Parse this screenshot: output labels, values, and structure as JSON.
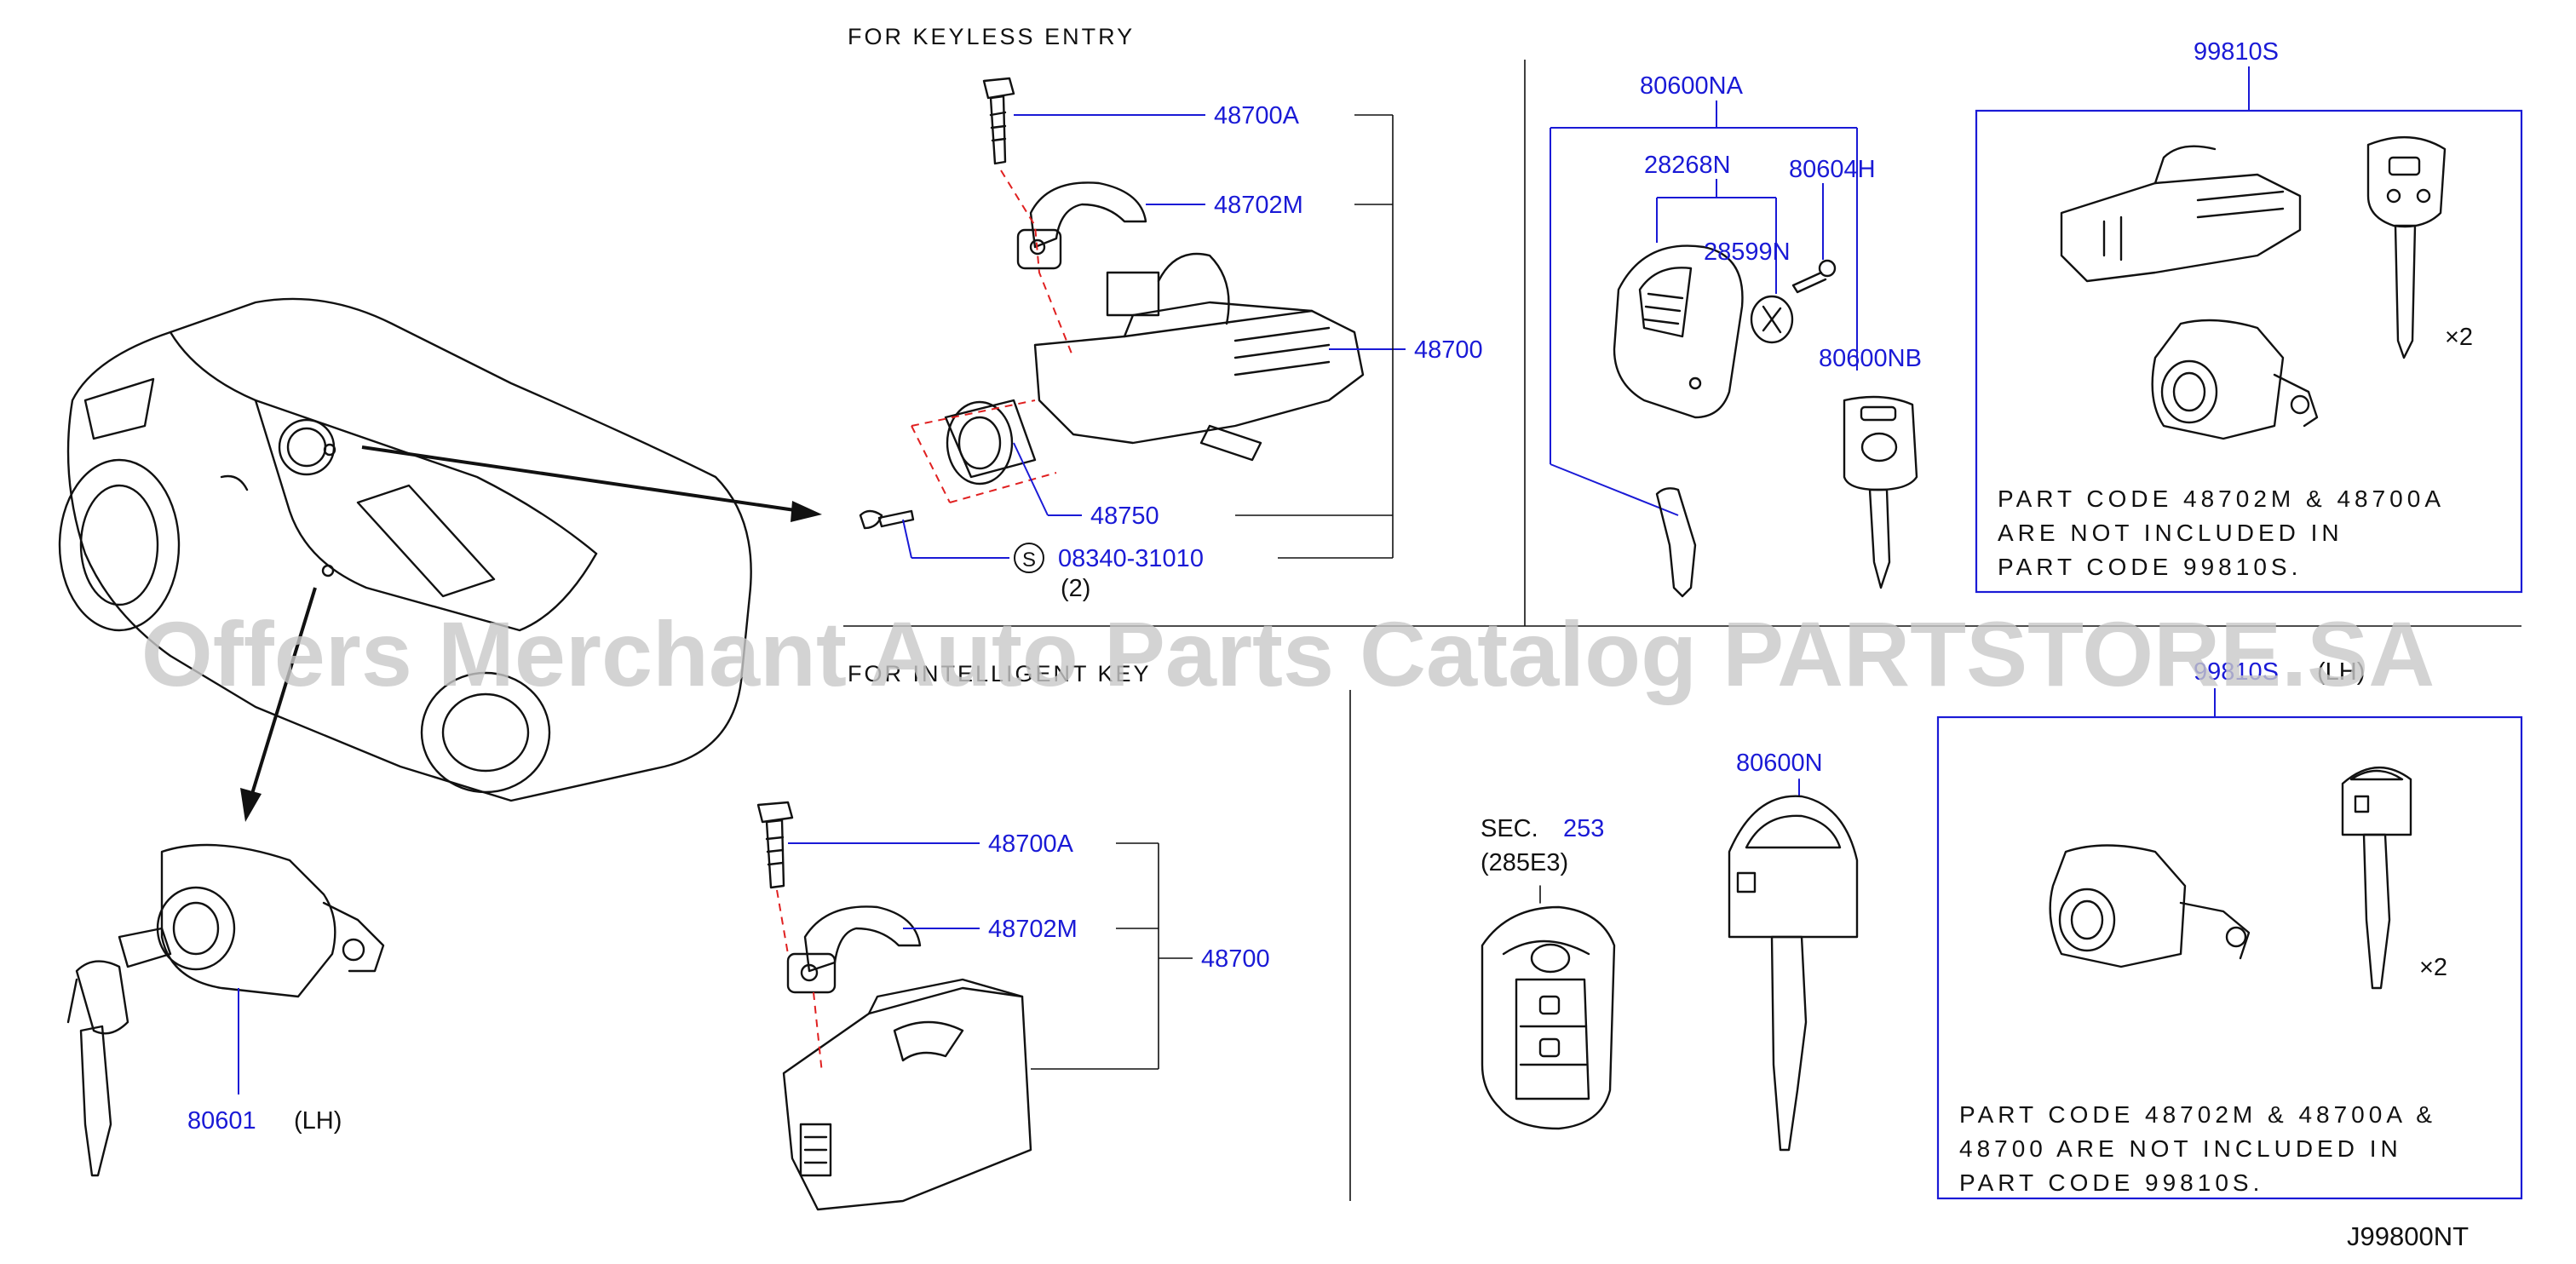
{
  "sections": {
    "keyless_entry": "FOR  KEYLESS  ENTRY",
    "intelligent_key": "FOR INTELLIGENT KEY"
  },
  "parts": {
    "bolt_top": "48700A",
    "holder_top": "48702M",
    "lock_assy_top": "48700",
    "cylinder": "48750",
    "screw": "08340-31010",
    "screw_qty": "(2)",
    "screw_symbol": "S",
    "door_cyl": "80601",
    "door_cyl_side": "(LH)",
    "key_set_na": "80600NA",
    "remote": "28268N",
    "battery": "28599N",
    "remote_screw": "80604H",
    "key_nb": "80600NB",
    "bolt_bottom": "48700A",
    "holder_bottom": "48702M",
    "lock_assy_bottom": "48700",
    "sec_label": "SEC.",
    "sec_num": "253",
    "sec_sub": "(285E3)",
    "key_n": "80600N",
    "kit_top": "99810S",
    "kit_bottom": "99810S",
    "kit_bottom_side": "(LH)",
    "qty_top": "×2",
    "qty_bottom": "×2"
  },
  "notes": {
    "top": [
      "PART  CODE  48702M  &  48700A",
      "ARE  NOT  INCLUDED  IN",
      "PART  CODE  99810S."
    ],
    "bottom": [
      "PART  CODE  48702M  &  48700A  &",
      "48700  ARE  NOT  INCLUDED  IN",
      "PART  CODE  99810S."
    ]
  },
  "diagram_code": "J99800NT",
  "watermark": "Offers Merchant Auto Parts Catalog PARTSTORE.SA",
  "colors": {
    "part_number": "#1a1ad6",
    "guide_dash": "#e02020",
    "line": "#111111",
    "watermark": "#c9c9c9"
  }
}
